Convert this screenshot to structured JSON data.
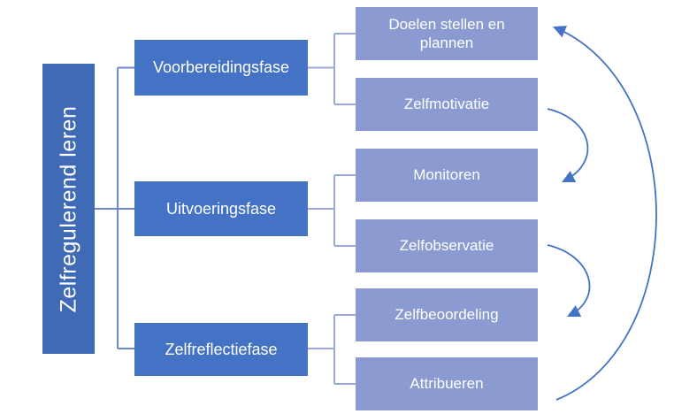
{
  "diagram": {
    "title_hint": "Zelfregulerend leren fasen-diagram",
    "root": {
      "label": "Zelfregulerend leren"
    },
    "phases": [
      {
        "label": "Voorbereidingsfase",
        "children": [
          "Doelen stellen en plannen",
          "Zelfmotivatie"
        ]
      },
      {
        "label": "Uitvoeringsfase",
        "children": [
          "Monitoren",
          "Zelfobservatie"
        ]
      },
      {
        "label": "Zelfreflectiefase",
        "children": [
          "Zelfbeoordeling",
          "Attribueren"
        ]
      }
    ],
    "subprocesses": [
      "Doelen stellen en plannen",
      "Zelfmotivatie",
      "Monitoren",
      "Zelfobservatie",
      "Zelfbeoordeling",
      "Attribueren"
    ],
    "arrows": [
      {
        "from": "Zelfmotivatie",
        "to": "Monitoren",
        "type": "small-arc"
      },
      {
        "from": "Zelfobservatie",
        "to": "Zelfbeoordeling",
        "type": "small-arc"
      },
      {
        "from": "Attribueren",
        "to": "Doelen stellen en plannen",
        "type": "large-arc"
      }
    ],
    "colors": {
      "root_box": "#3f6ab5",
      "phase_box": "#4472c4",
      "subprocess_box": "#8b9bd1",
      "connector_left": "#6b8ace",
      "connector_right": "#9aa9dc",
      "arrow": "#4472c4",
      "text": "#ffffff",
      "background": "#ffffff"
    }
  }
}
